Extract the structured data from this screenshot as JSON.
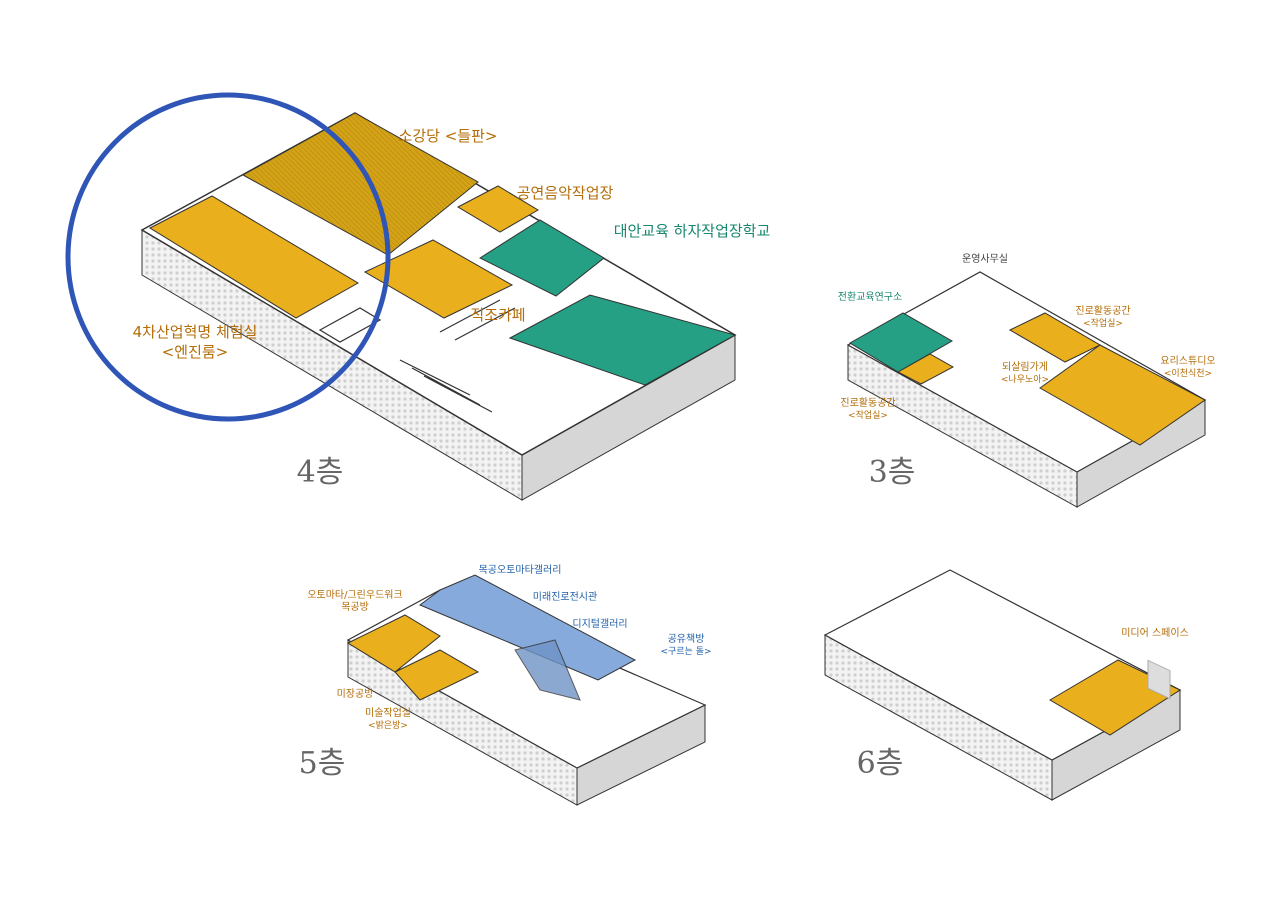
{
  "colors": {
    "yellow": "#E9AF1D",
    "gold": "#D4A216",
    "teal": "#25A085",
    "blue": "#87AADC",
    "gold_text": "#B46D08",
    "teal_text": "#17876E",
    "blue_text": "#2260A8",
    "circle": "#2F55B6"
  },
  "floor4": {
    "floor_label": "4층",
    "rooms": {
      "auditorium": "소강당 <들판>",
      "music": "공연음악작업장",
      "school": "대안교육 하자작업장학교",
      "cafe": "직조카페",
      "lab_line1": "4차산업혁명 체험실",
      "lab_line2": "<엔진룸>"
    }
  },
  "floor3": {
    "floor_label": "3층",
    "rooms": {
      "office": "운영사무실",
      "research": "전환교육연구소",
      "career_a_line1": "진로활동공간",
      "career_a_line2": "<작업실>",
      "store_line1": "되살림가게",
      "store_line2": "<나우노아>",
      "kitchen_line1": "요리스튜디오",
      "kitchen_line2": "<이천식천>",
      "career_b_line1": "진로활동공간",
      "career_b_line2": "<작업실>"
    }
  },
  "floor5": {
    "floor_label": "5층",
    "rooms": {
      "automata_gallery": "목공오토마타갤러리",
      "future_hall": "미래진로전시관",
      "digital_gallery": "디지털갤러리",
      "wood_line1": "오토마타/그린우드워크",
      "wood_line2": "목공방",
      "book_line1": "공유책방",
      "book_line2": "<구르는 돌>",
      "decor": "미장공방",
      "art_line1": "미술작업실",
      "art_line2": "<밝은방>"
    }
  },
  "floor6": {
    "floor_label": "6층",
    "rooms": {
      "media": "미디어 스페이스"
    }
  }
}
